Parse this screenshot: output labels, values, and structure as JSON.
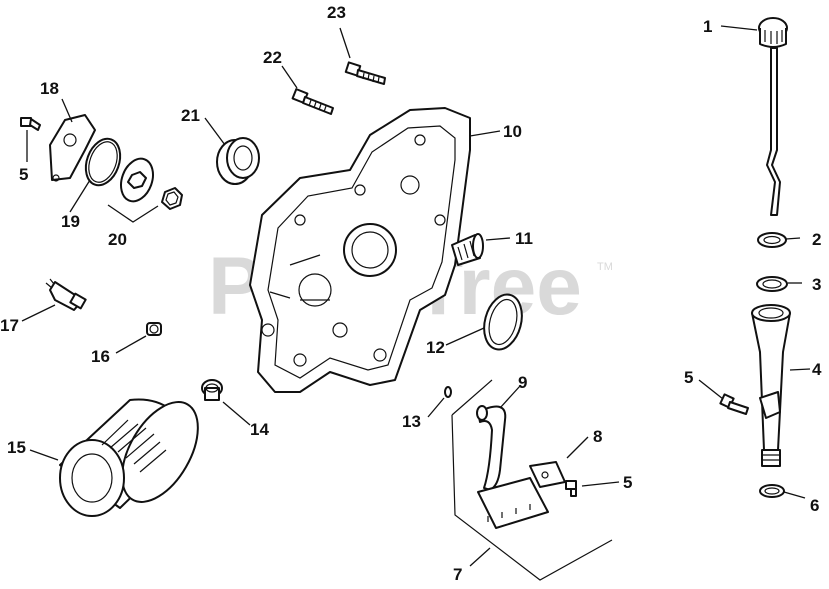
{
  "watermark": {
    "text": "PartsTree",
    "trademark": "TM"
  },
  "callouts": [
    {
      "key": "c1",
      "label": "1"
    },
    {
      "key": "c2",
      "label": "2"
    },
    {
      "key": "c3",
      "label": "3"
    },
    {
      "key": "c4",
      "label": "4"
    },
    {
      "key": "c5a",
      "label": "5"
    },
    {
      "key": "c5b",
      "label": "5"
    },
    {
      "key": "c5c",
      "label": "5"
    },
    {
      "key": "c6",
      "label": "6"
    },
    {
      "key": "c7",
      "label": "7"
    },
    {
      "key": "c8",
      "label": "8"
    },
    {
      "key": "c9",
      "label": "9"
    },
    {
      "key": "c10",
      "label": "10"
    },
    {
      "key": "c11",
      "label": "11"
    },
    {
      "key": "c12",
      "label": "12"
    },
    {
      "key": "c13",
      "label": "13"
    },
    {
      "key": "c14",
      "label": "14"
    },
    {
      "key": "c15",
      "label": "15"
    },
    {
      "key": "c16",
      "label": "16"
    },
    {
      "key": "c17",
      "label": "17"
    },
    {
      "key": "c18",
      "label": "18"
    },
    {
      "key": "c19",
      "label": "19"
    },
    {
      "key": "c20",
      "label": "20"
    },
    {
      "key": "c21",
      "label": "21"
    },
    {
      "key": "c22",
      "label": "22"
    },
    {
      "key": "c23",
      "label": "23"
    }
  ],
  "colors": {
    "ink": "#111111",
    "watermark": "#d9d9d9",
    "background": "#ffffff"
  }
}
